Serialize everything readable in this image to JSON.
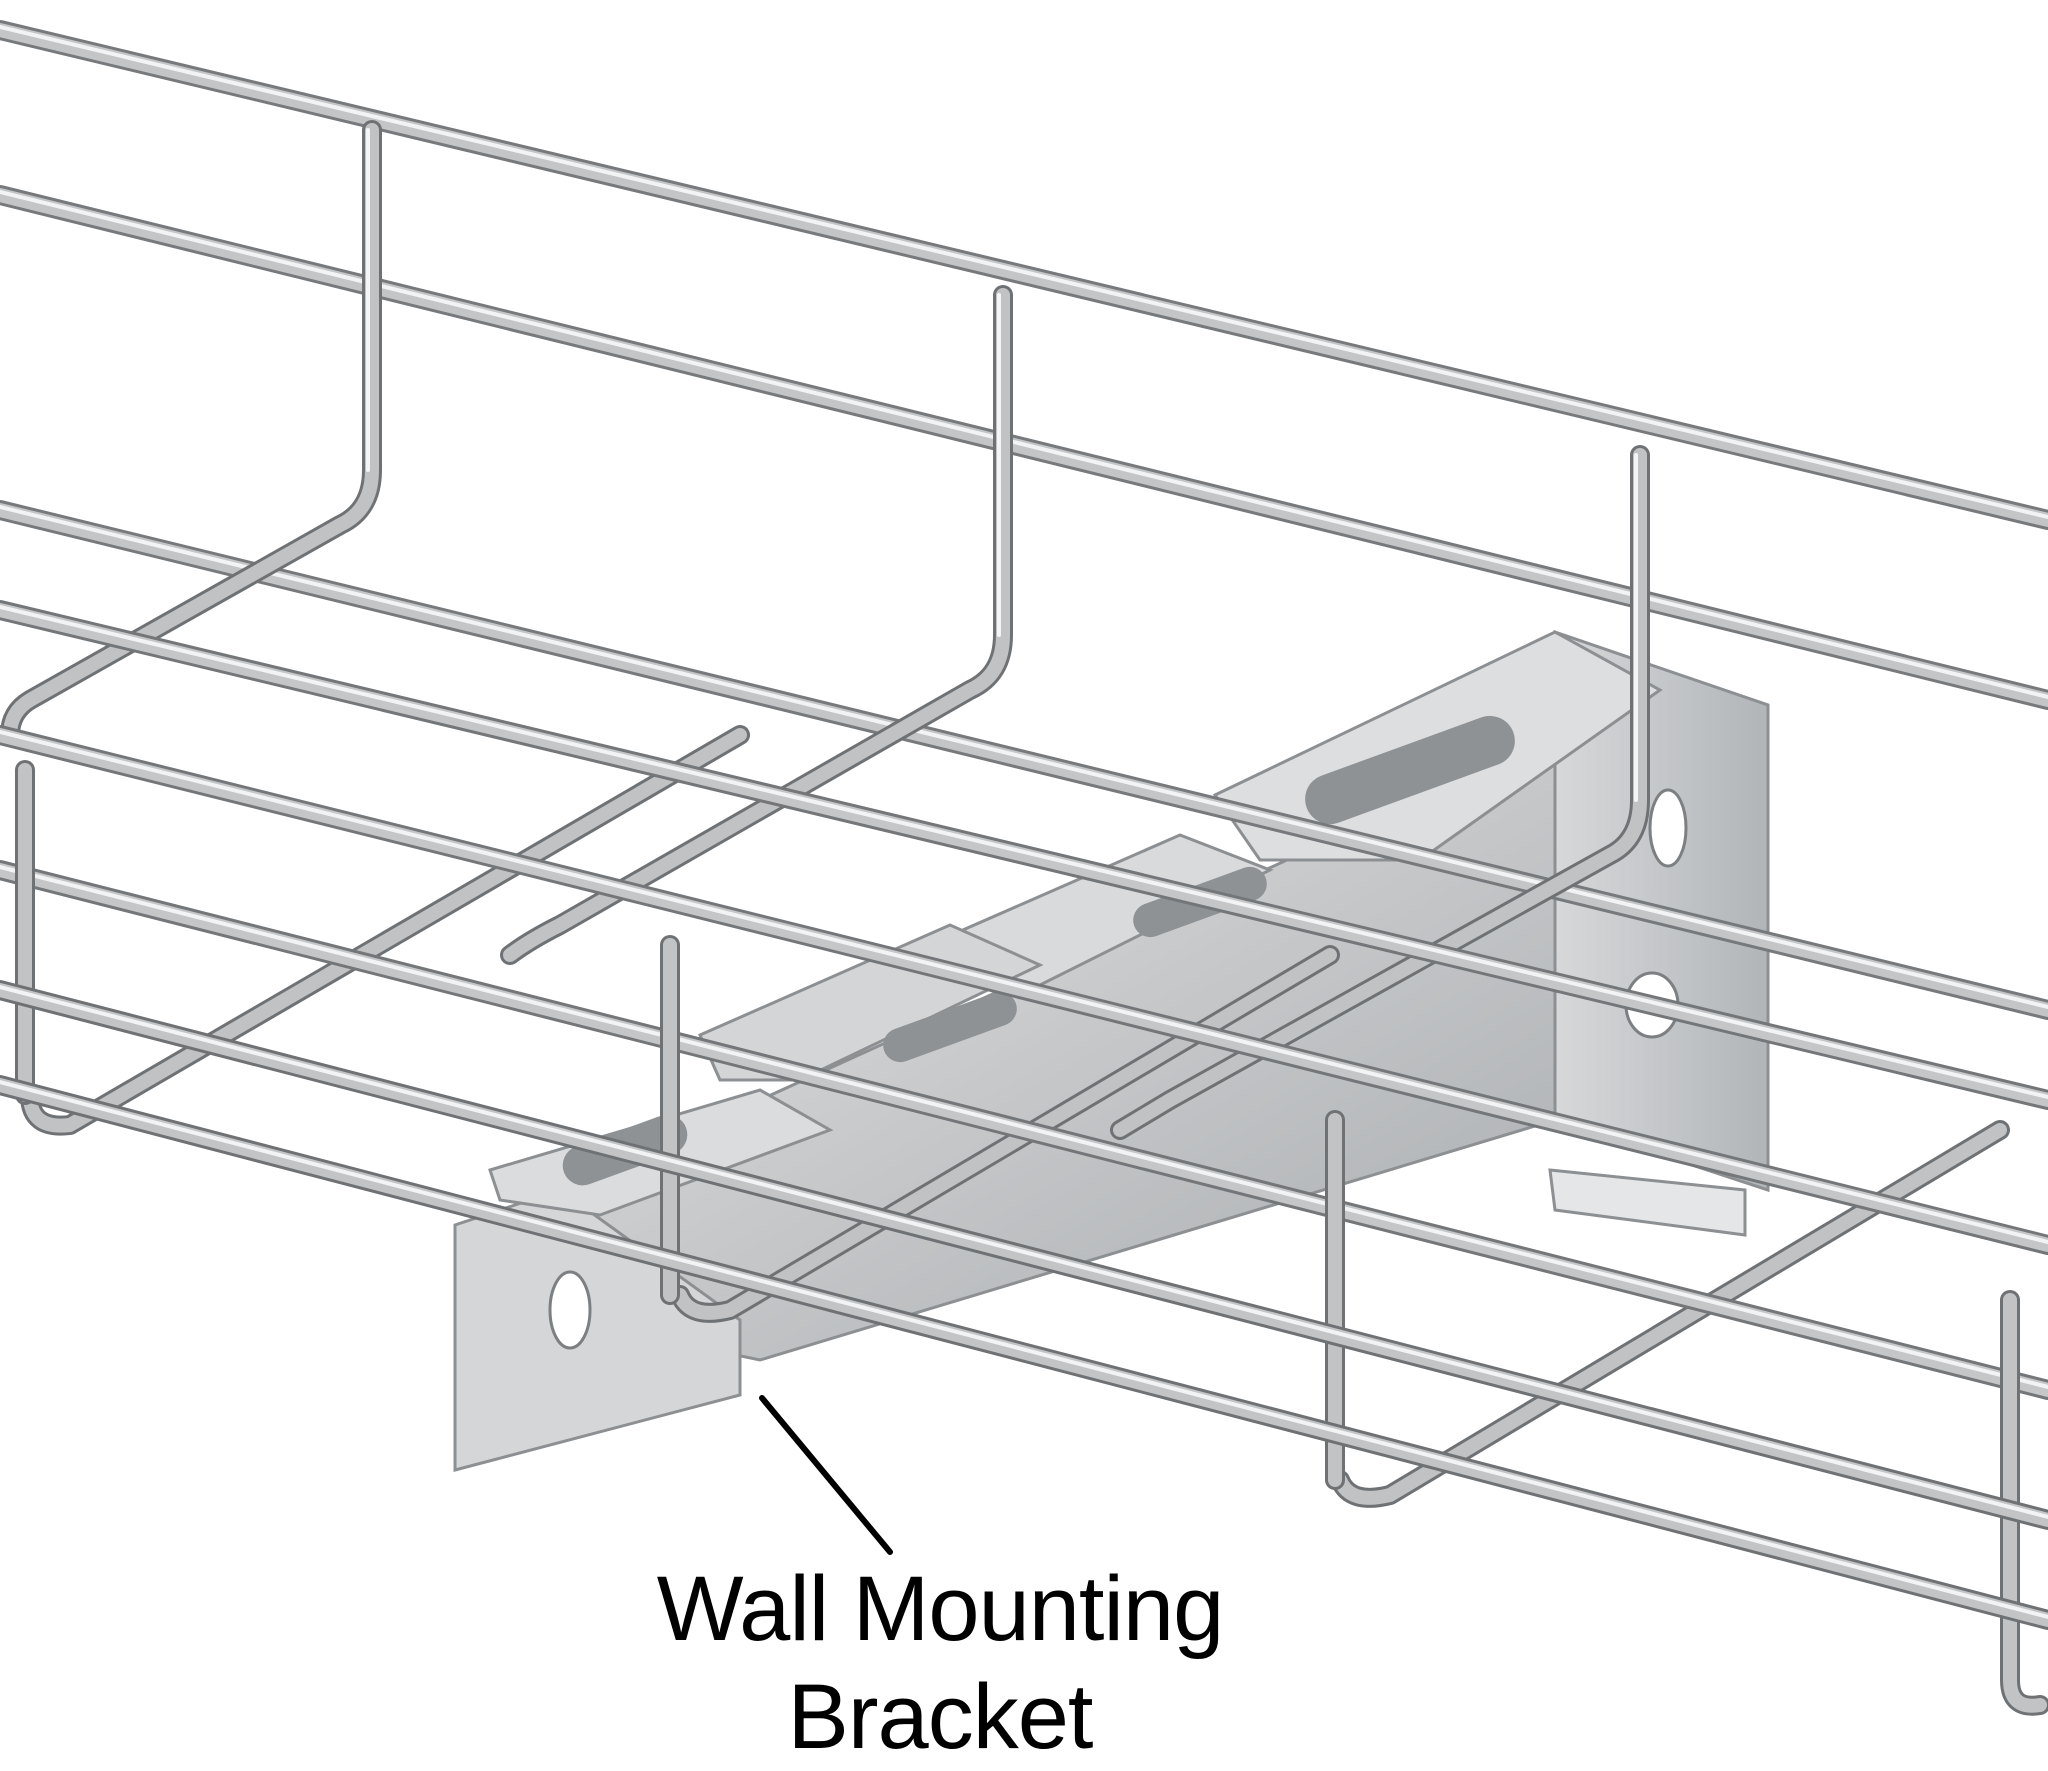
{
  "callout": {
    "line1": "Wall Mounting",
    "line2": "Bracket"
  },
  "colors": {
    "background": "#ffffff",
    "wire": "#b8babc",
    "wire_highlight": "#eef0f2",
    "wire_shadow": "#6f7275",
    "bracket": "#c9cbcd",
    "bracket_dark": "#9a9da0",
    "bracket_light": "#e6e8ea",
    "leader_line": "#000000",
    "label_text": "#000000"
  },
  "icons": [
    "wire-basket-cable-tray",
    "wall-mounting-bracket"
  ]
}
